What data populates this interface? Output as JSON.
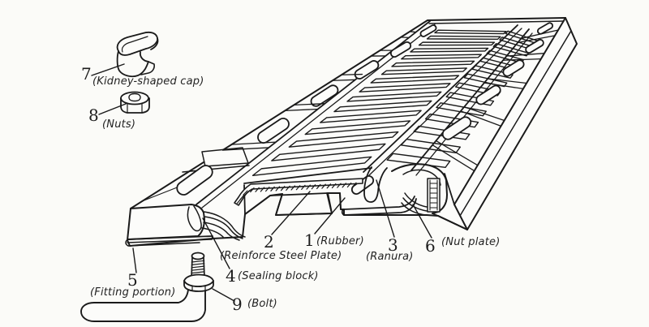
{
  "figure": {
    "parts": {
      "p1": {
        "num": "1",
        "label": "(Rubber)"
      },
      "p2": {
        "num": "2",
        "label": "(Reinforce Steel Plate)"
      },
      "p3": {
        "num": "3",
        "label": "(Ranura)"
      },
      "p4": {
        "num": "4",
        "label": "(Sealing block)"
      },
      "p5": {
        "num": "5",
        "label": "(Fitting portion)"
      },
      "p6": {
        "num": "6",
        "label": "(Nut plate)"
      },
      "p7": {
        "num": "7",
        "label": "(Kidney-shaped cap)"
      },
      "p8": {
        "num": "8",
        "label": "(Nuts)"
      },
      "p9": {
        "num": "9",
        "label": "(Bolt)"
      }
    }
  },
  "colors": {
    "line": "#1a1a1a",
    "background": "#fbfbf8"
  }
}
